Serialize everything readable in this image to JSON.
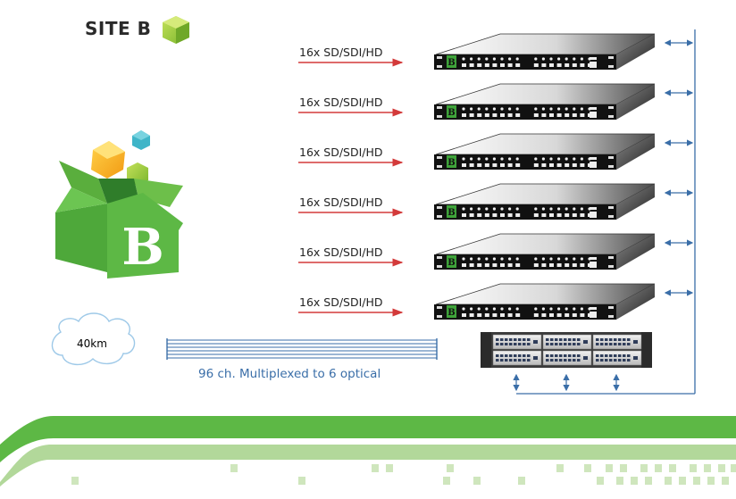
{
  "site": {
    "title": "SITE B",
    "logo_letter": "B"
  },
  "feeds": [
    {
      "label": "16x  SD/SDI/HD",
      "device_badge": "B"
    },
    {
      "label": "16x  SD/SDI/HD",
      "device_badge": "B"
    },
    {
      "label": "16x  SD/SDI/HD",
      "device_badge": "B"
    },
    {
      "label": "16x  SD/SDI/HD",
      "device_badge": "B"
    },
    {
      "label": "16x  SD/SDI/HD",
      "device_badge": "B"
    },
    {
      "label": "16x  SD/SDI/HD",
      "device_badge": "B"
    }
  ],
  "link": {
    "distance": "40km",
    "caption": "96 ch. Multiplexed to 6 optical"
  },
  "colors": {
    "arrow_red": "#d33a3a",
    "link_blue": "#3a6ea8",
    "brand_green": "#5db845",
    "brand_green_light": "#b2d89a",
    "square_green": "#cfe6bd"
  }
}
